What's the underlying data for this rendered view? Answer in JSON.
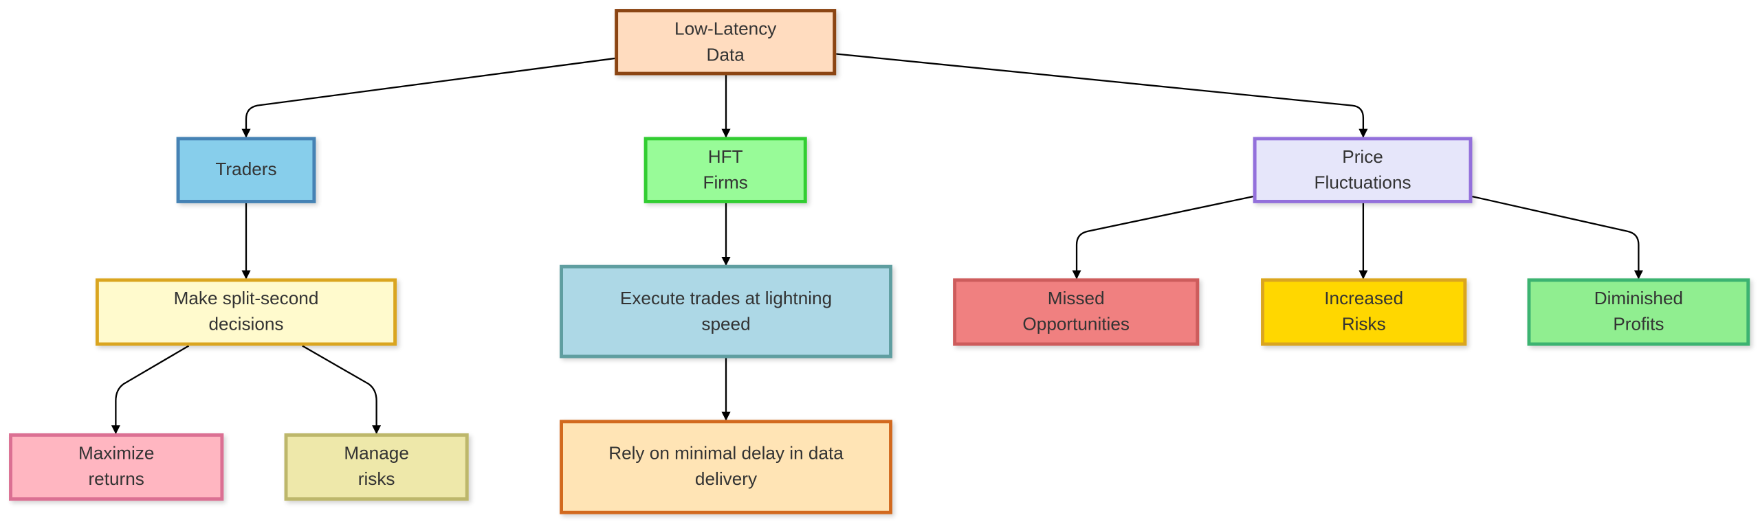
{
  "nodes": {
    "root": {
      "label": "Low-Latency Data",
      "fill": "#ffdcbf",
      "stroke": "#8b4513"
    },
    "traders": {
      "label": "Traders",
      "fill": "#87ceeb",
      "stroke": "#4682b4"
    },
    "hft": {
      "label": "HFT Firms",
      "fill": "#98fb98",
      "stroke": "#32cd32"
    },
    "price": {
      "label": "Price Fluctuations",
      "fill": "#e6e6fa",
      "stroke": "#9370db"
    },
    "decisions": {
      "label": "Make split-second decisions",
      "fill": "#fffacd",
      "stroke": "#daa520"
    },
    "execute": {
      "label": "Execute trades at lightning speed",
      "fill": "#add8e6",
      "stroke": "#5f9ea0"
    },
    "missed": {
      "label": "Missed Opportunities",
      "fill": "#f08080",
      "stroke": "#cd5c5c"
    },
    "risks": {
      "label": "Increased Risks",
      "fill": "#ffd700",
      "stroke": "#daa520"
    },
    "profits": {
      "label": "Diminished Profits",
      "fill": "#90ee90",
      "stroke": "#3cb371"
    },
    "maximize": {
      "label": "Maximize returns",
      "fill": "#ffb6c1",
      "stroke": "#db7093"
    },
    "manage": {
      "label": "Manage risks",
      "fill": "#eee8aa",
      "stroke": "#bdb76b"
    },
    "rely": {
      "label": "Rely on minimal delay in data delivery",
      "fill": "#ffe4b5",
      "stroke": "#d2691e"
    }
  },
  "edges": [
    {
      "from": "root",
      "to": "traders"
    },
    {
      "from": "root",
      "to": "hft"
    },
    {
      "from": "root",
      "to": "price"
    },
    {
      "from": "traders",
      "to": "decisions"
    },
    {
      "from": "hft",
      "to": "execute"
    },
    {
      "from": "price",
      "to": "missed"
    },
    {
      "from": "price",
      "to": "risks"
    },
    {
      "from": "price",
      "to": "profits"
    },
    {
      "from": "decisions",
      "to": "maximize"
    },
    {
      "from": "decisions",
      "to": "manage"
    },
    {
      "from": "execute",
      "to": "rely"
    }
  ]
}
